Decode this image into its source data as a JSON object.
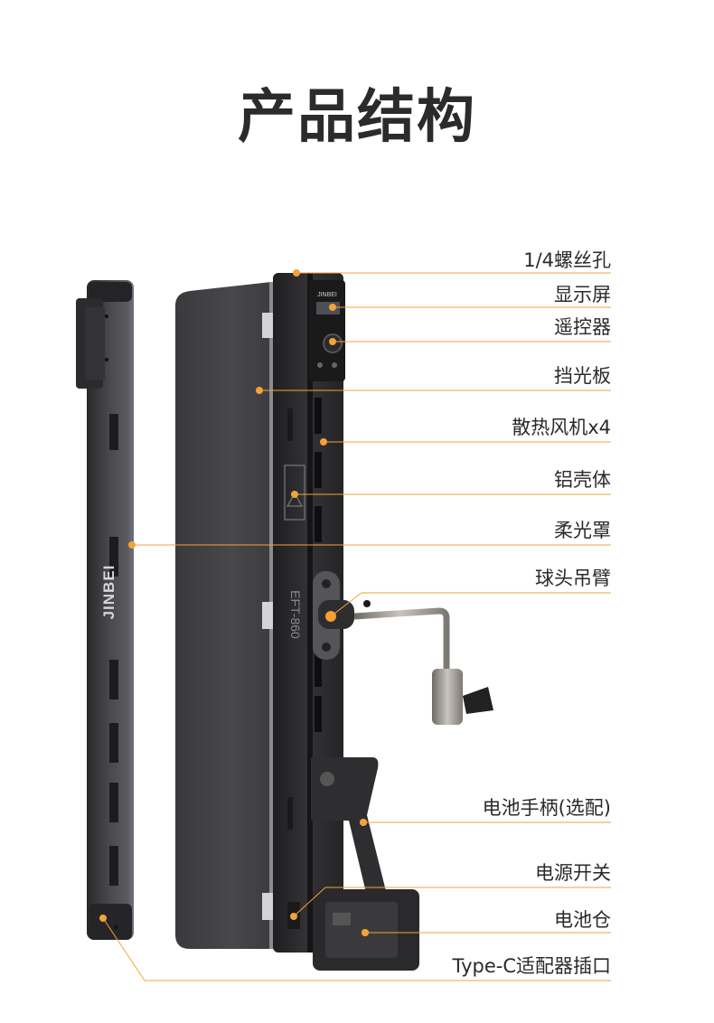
{
  "title": "产品结构",
  "brand_text": "JINBEI",
  "model_text": "EFT-860",
  "colors": {
    "leader": "#f2a33a",
    "body": "#3a3a3c",
    "title": "#2b2b2b"
  },
  "labels": [
    "1/4螺丝孔",
    "显示屏",
    "遥控器",
    "挡光板",
    "散热风机x4",
    "铝壳体",
    "柔光罩",
    "球头吊臂",
    "电池手柄(选配)",
    "电源开关",
    "电池仓",
    "Type-C适配器插口"
  ]
}
